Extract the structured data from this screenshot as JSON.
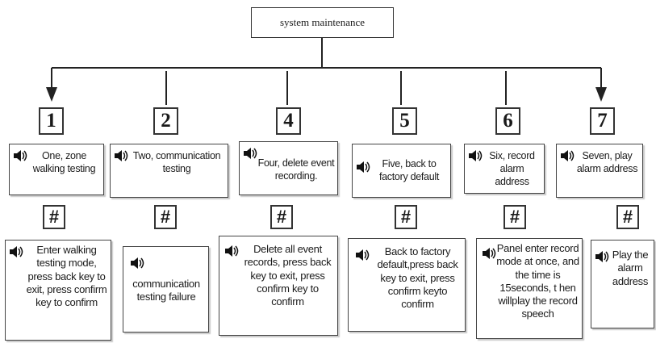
{
  "title": "system maintenance",
  "steps": [
    {
      "key": "1",
      "prompt": "One,  zone walking testing",
      "hash": "#",
      "result": "Enter walking testing mode, press back key to exit, press confirm key to confirm"
    },
    {
      "key": "2",
      "prompt": "Two,  communication testing",
      "hash": "#",
      "result": "communication testing failure"
    },
    {
      "key": "4",
      "prompt": "Four, delete event recording.",
      "hash": "#",
      "result": "Delete all  event records, press back key  to exit, press confirm key to confirm"
    },
    {
      "key": "5",
      "prompt": "Five, back to factory default",
      "hash": "#",
      "result": "Back to  factory default,press back key  to exit, press confirm keyto confirm"
    },
    {
      "key": "6",
      "prompt": "Six, record alarm address",
      "hash": "#",
      "result": "Panel enter record mode at once, and the time is 15seconds, t hen willplay the record speech"
    },
    {
      "key": "7",
      "prompt": "Seven, play alarm address",
      "hash": "#",
      "result": "Play the alarm address"
    }
  ],
  "icons": {
    "speaker": "speaker-icon"
  }
}
